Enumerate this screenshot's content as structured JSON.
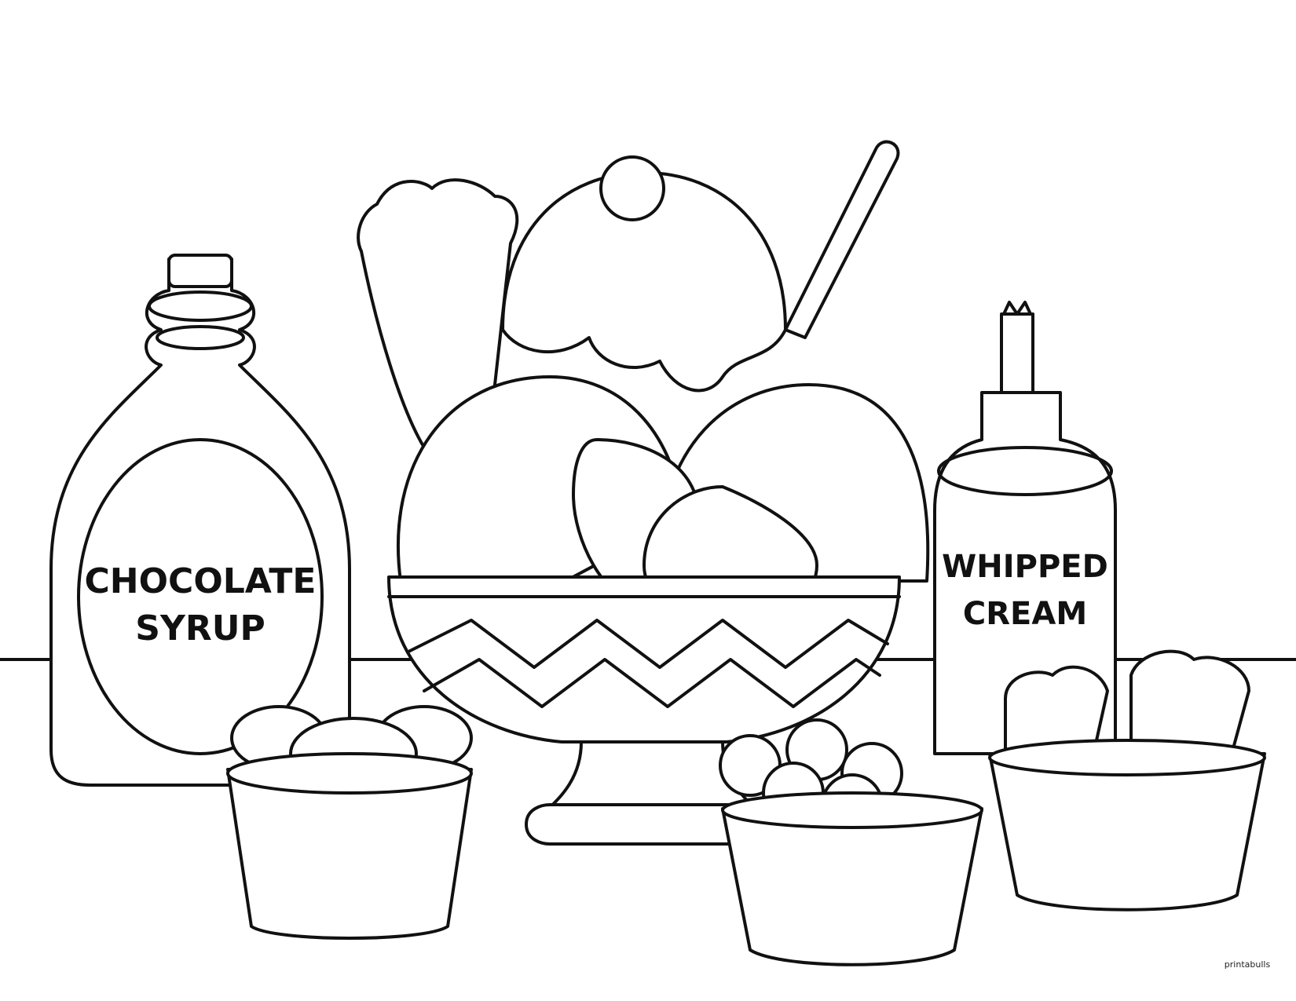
{
  "page": {
    "title": "Ice Cream Sundae Coloring Page",
    "background": "#ffffff",
    "line_color": "#111111"
  },
  "labels": {
    "syrup_line1": "CHOCOLATE",
    "syrup_line2": "SYRUP",
    "cream_line1": "WHIPPED",
    "cream_line2": "CREAM"
  },
  "brand": {
    "name": "printabulls"
  },
  "items": [
    {
      "name": "chocolate-syrup-bottle"
    },
    {
      "name": "sundae-bowl"
    },
    {
      "name": "whipped-cream-can"
    },
    {
      "name": "strawberry-cup"
    },
    {
      "name": "cherry-cup"
    },
    {
      "name": "wafer-cup"
    }
  ]
}
